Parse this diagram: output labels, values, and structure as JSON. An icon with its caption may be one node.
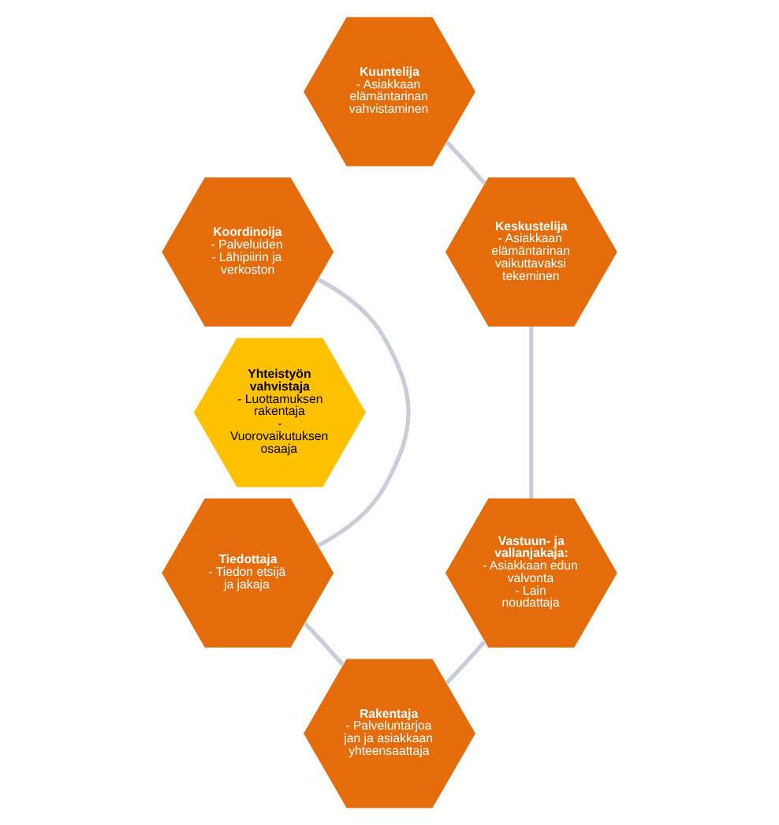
{
  "diagram": {
    "nodes": [
      {
        "text": [
          "Kuuntelija",
          "- Asiakkaan elämäntarinan vahvistaminen"
        ]
      },
      {
        "text": [
          "Koordinoija",
          "- Palveluiden",
          "- Lähipiirin ja verkoston"
        ]
      },
      {
        "text": [
          "Keskustelija",
          "- Asiakkaan elämäntarinan vaikuttavaksi tekeminen"
        ]
      },
      {
        "text": [
          "Yhteistyön vahvistaja",
          "- Luottamuksen rakentaja",
          "- Vuorovaikutuksen osaaja"
        ]
      },
      {
        "text": [
          "Tiedottaja",
          "- Tiedon etsijä ja jakaja"
        ]
      },
      {
        "text": [
          "Vastuun- ja vallanjakaja:",
          "- Asiakkaan edun valvonta",
          "- Lain noudattaja"
        ]
      },
      {
        "text": [
          "Rakentaja",
          "- Palveluntarjoajan ja asiakkaan yhteensaattaja"
        ]
      }
    ],
    "edges": [
      {
        "from": 0,
        "to": 2,
        "arrow": "none"
      },
      {
        "from": 2,
        "to": 5,
        "arrow": "none"
      },
      {
        "from": 5,
        "to": 6,
        "arrow": "none"
      },
      {
        "from": 6,
        "to": 4,
        "arrow": "none"
      },
      {
        "from": 4,
        "to": 1,
        "arrow": "none"
      }
    ]
  }
}
